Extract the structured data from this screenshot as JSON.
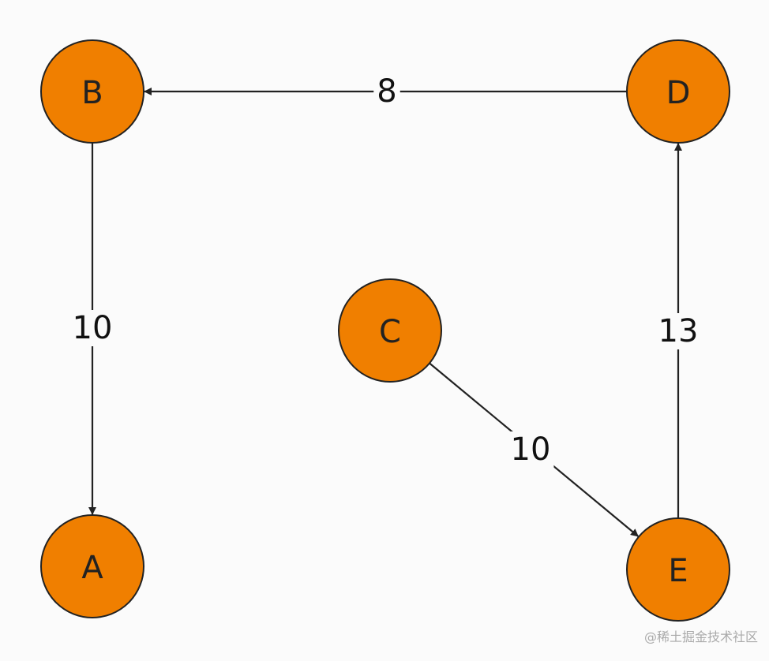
{
  "colors": {
    "node_fill": "#f07f00",
    "stroke": "#222222",
    "background": "#fbfbfb"
  },
  "nodes": [
    {
      "id": "A",
      "label": "A"
    },
    {
      "id": "B",
      "label": "B"
    },
    {
      "id": "C",
      "label": "C"
    },
    {
      "id": "D",
      "label": "D"
    },
    {
      "id": "E",
      "label": "E"
    }
  ],
  "edges": [
    {
      "from": "D",
      "to": "B",
      "weight": "8"
    },
    {
      "from": "B",
      "to": "A",
      "weight": "10"
    },
    {
      "from": "C",
      "to": "E",
      "weight": "10"
    },
    {
      "from": "E",
      "to": "D",
      "weight": "13"
    }
  ],
  "watermark": "@稀土掘金技术社区"
}
